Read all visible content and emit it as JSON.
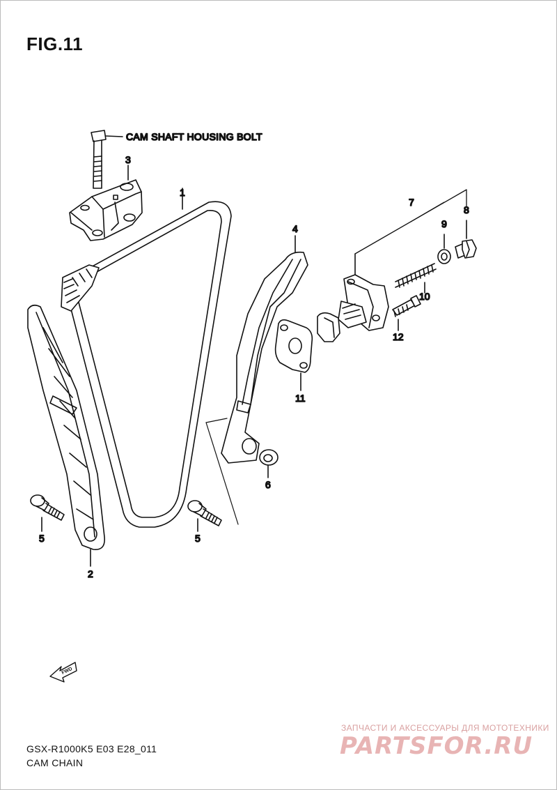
{
  "figure_title": "FIG.11",
  "bolt_label": "CAM SHAFT HOUSING BOLT",
  "callouts": {
    "p1": "1",
    "p2": "2",
    "p3": "3",
    "p4": "4",
    "p5a": "5",
    "p5b": "5",
    "p6": "6",
    "p7": "7",
    "p8": "8",
    "p9": "9",
    "p10": "10",
    "p11": "11",
    "p12": "12"
  },
  "fwd_text": "FWD",
  "footer": {
    "model_code": "GSX-R1000K5 E03 E28_011",
    "section_name": "CAM CHAIN"
  },
  "watermark": {
    "tagline": "ЗАПЧАСТИ И АКСЕССУАРЫ ДЛЯ МОТОТЕХНИКИ",
    "logo": "PARTSFOR.RU"
  }
}
